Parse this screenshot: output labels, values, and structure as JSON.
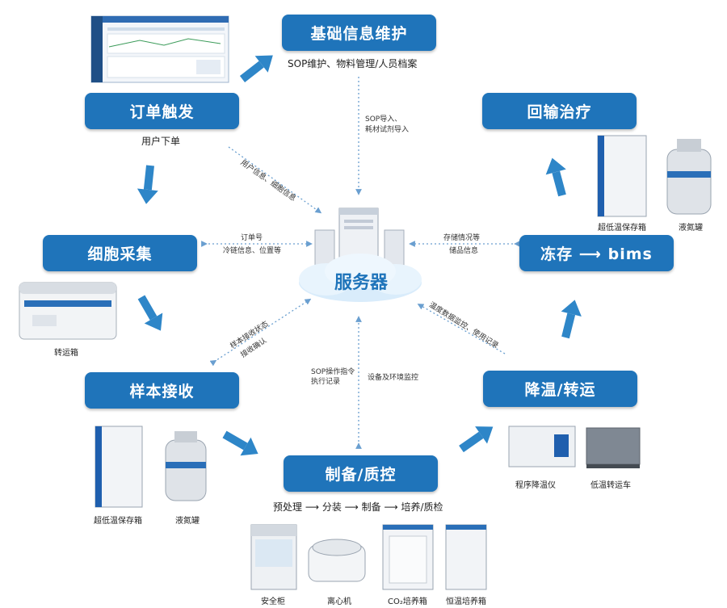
{
  "boxes": {
    "basic": "基础信息维护",
    "order": "订单触发",
    "collect": "细胞采集",
    "receive": "样本接收",
    "prepare": "制备/质控",
    "cooling": "降温/转运",
    "freeze": "冻存 ⟶ bims",
    "reinfuse": "回输治疗",
    "server": "服务器"
  },
  "subtitles": {
    "basic": "SOP维护、物料管理/人员档案",
    "order": "用户下单",
    "prepare": "预处理 ⟶ 分装 ⟶ 制备 ⟶ 培养/质检"
  },
  "links": {
    "sop_import_1": "SOP导入、",
    "sop_import_2": "耗材试剂导入",
    "user_info": "用户信息、细胞信息",
    "order_no": "订单号",
    "cold_chain": "冷链信息、位置等",
    "sample_state_1": "样本接收状态",
    "sample_state_2": "接收确认",
    "sop_exec_1": "SOP操作指令",
    "sop_exec_2": "执行记录",
    "env_monitor": "设备及环境监控",
    "temp_monitor": "温度数据监控、使用记录",
    "storage_1": "存储情况等",
    "storage_2": "储品信息"
  },
  "captions": {
    "transport_box": "转运箱",
    "freezer_receive": "超低温保存箱",
    "ln2_receive": "液氮罐",
    "safety_cabinet": "安全柜",
    "centrifuge": "离心机",
    "co2_incubator": "CO₂培养箱",
    "incubator": "恒温培养箱",
    "program_cooler": "程序降温仪",
    "cold_cart": "低温转运车",
    "freezer_freeze": "超低温保存箱",
    "ln2_freeze": "液氮罐"
  }
}
